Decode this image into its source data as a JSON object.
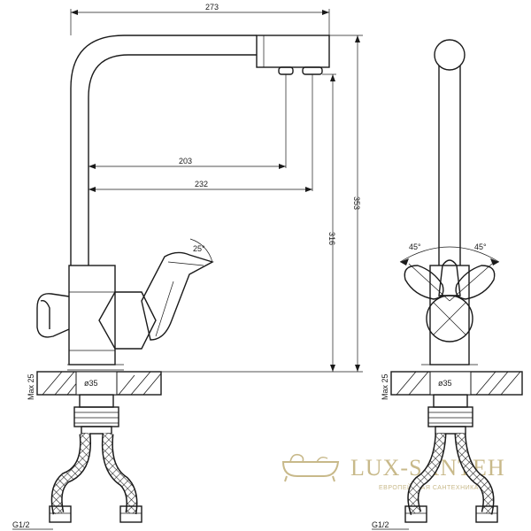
{
  "dimensions": {
    "width_overall": "273",
    "reach_inner": "203",
    "reach_outer": "232",
    "height_inner": "316",
    "height_total": "353",
    "handle_angle_side": "25°",
    "handle_angle_left": "45°",
    "handle_angle_right": "45°",
    "max_thickness": "Max 25",
    "hole_diameter": "ø35",
    "thread": "G1/2"
  },
  "watermark": {
    "brand": "LUX-SANTEH",
    "tagline": "ЕВРОПЕЙСКАЯ САНТЕХНИКА",
    "logo_name": "bathtub-logo-icon"
  },
  "colors": {
    "line": "#1a1a1a",
    "watermark": "#c8b98a"
  }
}
